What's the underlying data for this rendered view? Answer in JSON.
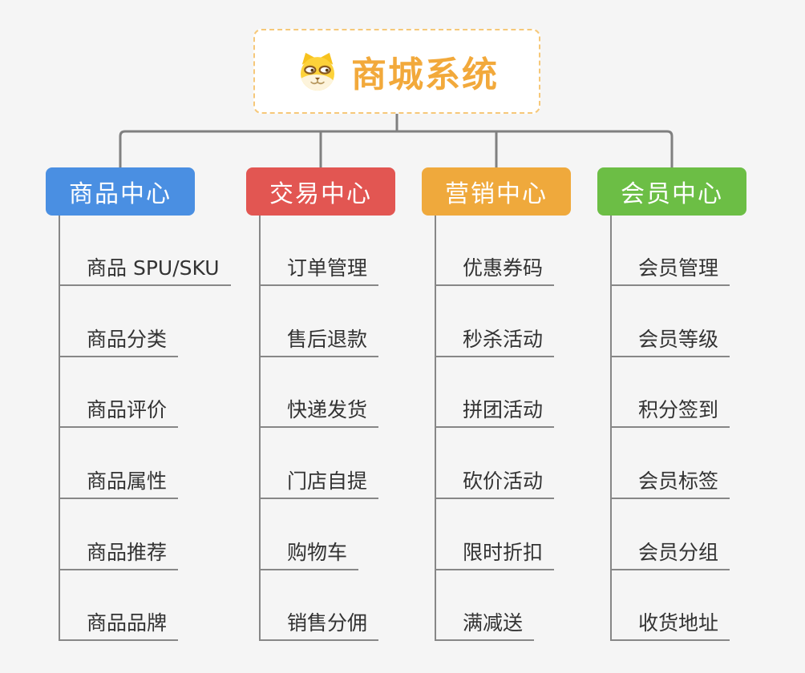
{
  "root": {
    "title": "商城系统",
    "icon": "dog-face-icon",
    "title_color": "#F2A93B",
    "border_color": "#F6C879"
  },
  "branches": [
    {
      "label": "商品中心",
      "color": "#4A8FE2",
      "children": [
        "商品 SPU/SKU",
        "商品分类",
        "商品评价",
        "商品属性",
        "商品推荐",
        "商品品牌"
      ]
    },
    {
      "label": "交易中心",
      "color": "#E25652",
      "children": [
        "订单管理",
        "售后退款",
        "快递发货",
        "门店自提",
        "购物车",
        "销售分佣"
      ]
    },
    {
      "label": "营销中心",
      "color": "#EFA93C",
      "children": [
        "优惠券码",
        "秒杀活动",
        "拼团活动",
        "砍价活动",
        "限时折扣",
        "满减送"
      ]
    },
    {
      "label": "会员中心",
      "color": "#6CBE45",
      "children": [
        "会员管理",
        "会员等级",
        "积分签到",
        "会员标签",
        "会员分组",
        "收货地址"
      ]
    }
  ],
  "colors": {
    "background": "#F5F5F5",
    "connector": "#808080",
    "leaf_underline": "#878787",
    "leaf_text": "#333333",
    "branch_text": "#FFFFFF",
    "node_background": "#FFFFFF"
  }
}
